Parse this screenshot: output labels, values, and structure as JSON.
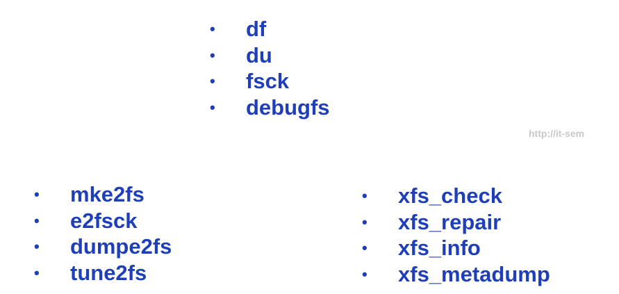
{
  "lists": {
    "top": [
      "df",
      "du",
      "fsck",
      "debugfs"
    ],
    "left": [
      "mke2fs",
      "e2fsck",
      "dumpe2fs",
      "tune2fs"
    ],
    "right": [
      "xfs_check",
      "xfs_repair",
      "xfs_info",
      "xfs_metadump"
    ]
  },
  "bullet_char": "•",
  "watermark": "http://it-sem",
  "colors": {
    "text": "#1f3fb8",
    "watermark": "#c8c8c8",
    "background": "#ffffff"
  }
}
